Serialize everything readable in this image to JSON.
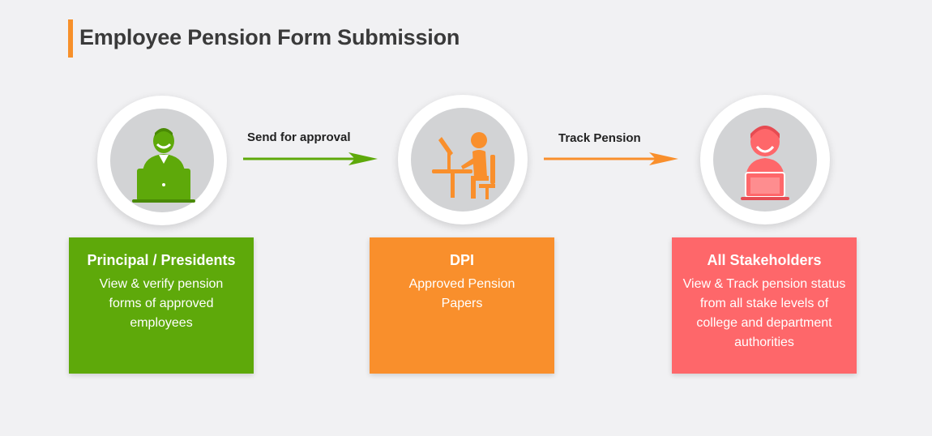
{
  "title": "Employee Pension Form Submission",
  "colors": {
    "accent_bar": "#f7902a",
    "green": "#5ea90a",
    "orange": "#f98f2c",
    "red": "#fe676a",
    "circle_bg": "#d2d3d5"
  },
  "steps": [
    {
      "title": "Principal / Presidents",
      "description": "View & verify pension forms of approved employees",
      "icon": "person-at-laptop-icon",
      "color": "#5ea90a"
    },
    {
      "title": "DPI",
      "description": "Approved Pension Papers",
      "icon": "person-at-desk-computer-icon",
      "color": "#f98f2c"
    },
    {
      "title": "All Stakeholders",
      "description": "View & Track pension status from all stake levels of college and department authorities",
      "icon": "person-at-laptop-icon",
      "color": "#fe676a"
    }
  ],
  "connectors": [
    {
      "label": "Send for approval",
      "color": "#5ea90a"
    },
    {
      "label": "Track Pension",
      "color": "#f98f2c"
    }
  ]
}
